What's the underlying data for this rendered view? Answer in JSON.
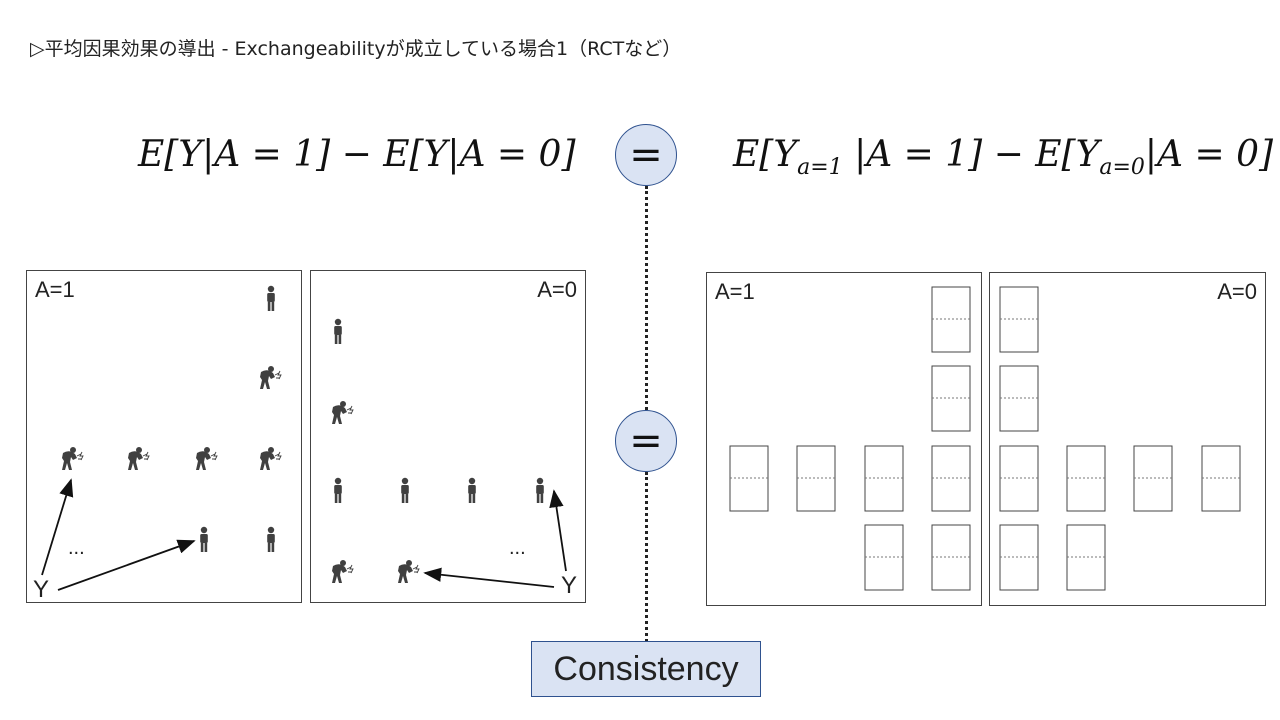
{
  "title": "▷平均因果効果の導出 - Exchangeabilityが成立している場合1（RCTなど）",
  "formula_left": {
    "lhs": "E[Y|A = 1] − E[Y|A = 0]"
  },
  "formula_right": {
    "p1": "E[Y",
    "sub1": "a=1",
    "p2": " |A = 1] − E[Y",
    "sub2": "a=0",
    "p3": "|A = 0]"
  },
  "equals_symbol": "=",
  "consistency_label": "Consistency",
  "panels": {
    "left_a1": "A=1",
    "left_a0": "A=0",
    "right_a1": "A=1",
    "right_a0": "A=0"
  },
  "outcome_label": "Y",
  "ellipsis": "...",
  "colors": {
    "circle_fill": "#dae3f3",
    "circle_border": "#2f528f",
    "figure": "#404040"
  },
  "icons": [
    "standing-person-icon",
    "sick-person-icon"
  ]
}
